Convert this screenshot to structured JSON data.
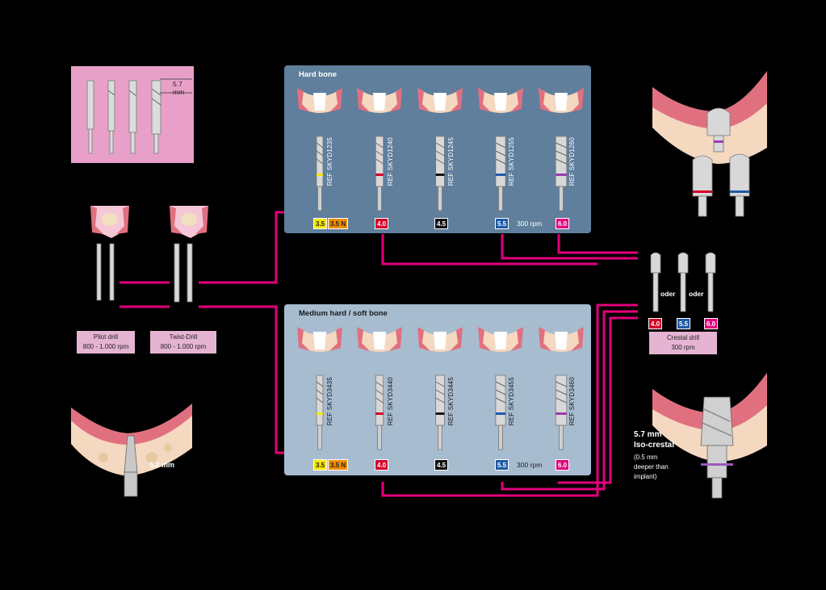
{
  "hard_bone": {
    "title": "Hard bone",
    "refs": [
      "REF SKYD1235",
      "REF SKYD1240",
      "REF SKYD1245",
      "REF SKYD1255",
      "REF SKYD1260"
    ],
    "rpm": "300 rpm"
  },
  "soft_bone": {
    "title": "Medium hard / soft bone",
    "refs": [
      "REF SKYD3435",
      "REF SKYD3440",
      "REF SKYD3445",
      "REF SKYD3455",
      "REF SKYD3460"
    ],
    "rpm": "300 rpm"
  },
  "sizes": [
    "3.5",
    "3.5 N",
    "4.0",
    "4.5",
    "5.5",
    "6.0"
  ],
  "size_colors": {
    "3.5": "#f5e600",
    "3.5 N": "#f08c00",
    "4.0": "#d4002a",
    "4.5": "#111111",
    "5.5": "#1d5aa8",
    "6.0": "#e3007d"
  },
  "depth_top": "5.7 mm",
  "pilot": {
    "name": "Pilot drill",
    "rpm": "800 - 1.000 rpm"
  },
  "twist": {
    "name": "Twist-Drill",
    "rpm": "800 - 1.000 rpm"
  },
  "depth_bottom": "5.2 mm",
  "crestal": {
    "sizes": [
      "4.0",
      "5.5",
      "6.0"
    ],
    "oder": "oder",
    "name": "Crestal drill",
    "rpm": "300 rpm"
  },
  "iso": {
    "line1": "5.7 mm",
    "line2": "Iso-crestal",
    "line3": "(0.5 mm",
    "line4": "deeper than",
    "line5": "implant)"
  },
  "colors": {
    "wire": "#e3007d",
    "hard_panel": "#5f7f9c",
    "soft_panel": "#a8bcd0",
    "pink_panel": "#e8a0c8"
  }
}
